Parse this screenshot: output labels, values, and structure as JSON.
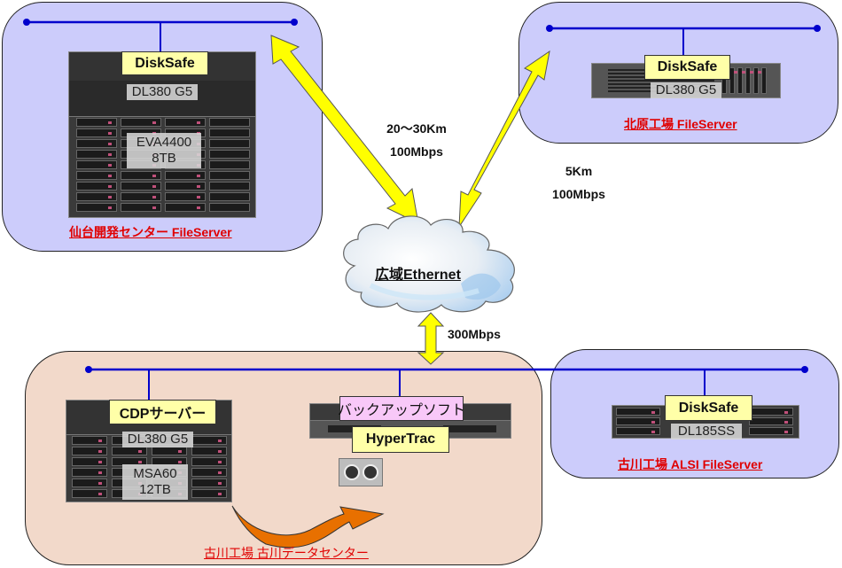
{
  "sites": {
    "sendai": {
      "name": "仙台開発センター FileServer",
      "name_jp": "仙台開発センター",
      "name_en": "FileServer",
      "software": "DiskSafe",
      "server_model": "DL380 G5",
      "storage_model": "EVA4400",
      "storage_capacity": "8TB"
    },
    "kitahara": {
      "name": "北原工場 FileServer",
      "name_jp": "北原工場",
      "name_en": "FileServer",
      "software": "DiskSafe",
      "server_model": "DL380 G5"
    },
    "furukawa_dc": {
      "name": "古川工場 古川データセンター",
      "cdp_server_label": "CDPサーバー",
      "cdp_server_prefix": "CDP",
      "cdp_server_suffix": "サーバー",
      "server_model": "DL380 G5",
      "storage_model": "MSA60",
      "storage_capacity": "12TB",
      "backup_software_label": "バックアップソフト",
      "backup_product": "HyperTrac",
      "tape_icon": "tape-drive-icon"
    },
    "furukawa_alsi": {
      "name": "古川工場 ALSI FileServer",
      "name_jp": "古川工場",
      "name_en": "ALSI FileServer",
      "software": "DiskSafe",
      "server_model": "DL185SS"
    }
  },
  "network": {
    "wan_label": "広域Ethernet",
    "wan_label_jp": "広域",
    "wan_label_en": "Ethernet",
    "links": {
      "sendai": {
        "distance": "20〜30Km",
        "bandwidth": "100Mbps"
      },
      "kitahara": {
        "distance": "5Km",
        "bandwidth": "100Mbps"
      },
      "furukawa": {
        "bandwidth": "300Mbps"
      }
    }
  },
  "colors": {
    "zone_blue": "#ccccfb",
    "zone_peach": "#f2d9ca",
    "lan_line": "#0000cc",
    "link_arrow": "#ffff00",
    "site_label": "#e00000",
    "tag_yellow": "#ffffa8",
    "tag_pink": "#f8c8f8",
    "migration_arrow": "#e87000"
  }
}
